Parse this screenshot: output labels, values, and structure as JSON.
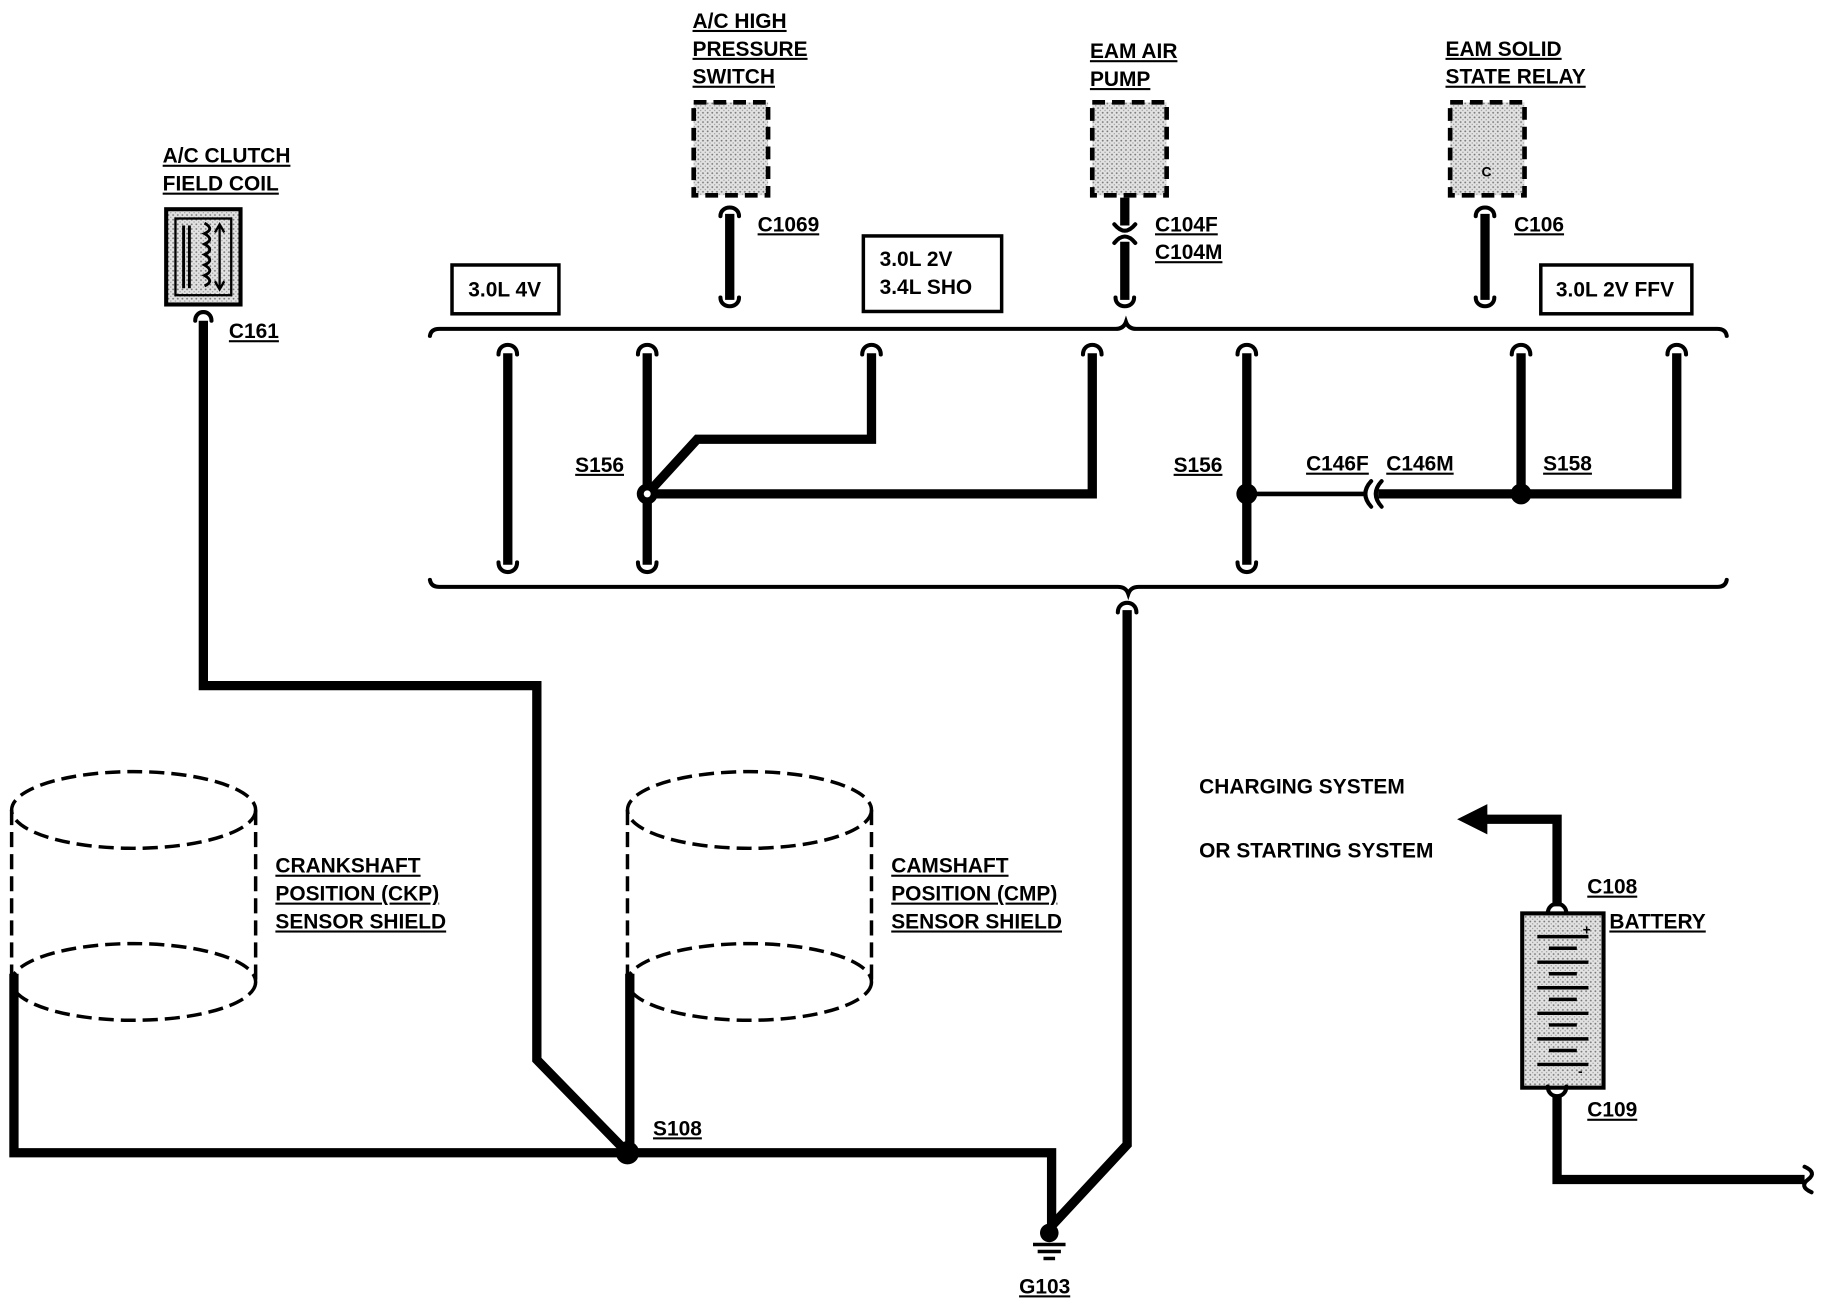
{
  "diagram": {
    "ac_clutch_field_coil": {
      "label_line1": "A/C CLUTCH",
      "label_line2": "FIELD COIL",
      "connector": "C161"
    },
    "ac_high_pressure_switch": {
      "label_line1": "A/C HIGH",
      "label_line2": "PRESSURE",
      "label_line3": "SWITCH",
      "connector": "C1069"
    },
    "eam_air_pump": {
      "label_line1": "EAM AIR",
      "label_line2": "PUMP",
      "connector_female": "C104F",
      "connector_male": "C104M"
    },
    "eam_solid_state_relay": {
      "label_line1": "EAM SOLID",
      "label_line2": "STATE RELAY",
      "connector": "C106",
      "pin": "C"
    },
    "engine_variants": {
      "variant_1": "3.0L 4V",
      "variant_2_line1": "3.0L 2V",
      "variant_2_line2": "3.4L SHO",
      "variant_3": "3.0L 2V FFV"
    },
    "splices": {
      "s156_left": "S156",
      "s156_right": "S156",
      "s158": "S158",
      "s108": "S108"
    },
    "inline_connector": {
      "female": "C146F",
      "male": "C146M"
    },
    "ckp_sensor_shield": {
      "label_line1": "CRANKSHAFT",
      "label_line2": "POSITION (CKP)",
      "label_line3": "SENSOR SHIELD"
    },
    "cmp_sensor_shield": {
      "label_line1": "CAMSHAFT",
      "label_line2": "POSITION (CMP)",
      "label_line3": "SENSOR SHIELD"
    },
    "ground": {
      "label": "G103"
    },
    "destination": {
      "line1": "CHARGING SYSTEM",
      "line2": "OR STARTING SYSTEM"
    },
    "battery": {
      "label": "BATTERY",
      "positive_mark": "+",
      "negative_mark": "-",
      "connector_top": "C108",
      "connector_bottom": "C109"
    }
  }
}
